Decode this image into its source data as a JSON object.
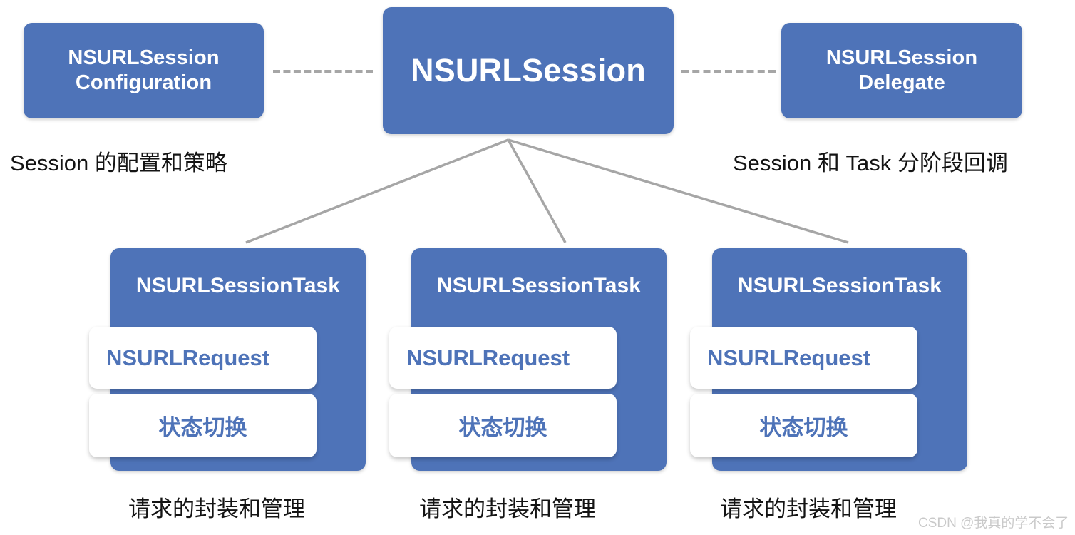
{
  "diagram": {
    "title_node": {
      "label": "NSURLSession"
    },
    "left_node": {
      "label": "NSURLSession\nConfiguration",
      "caption": "Session 的配置和策略"
    },
    "right_node": {
      "label": "NSURLSession\nDelegate",
      "caption": "Session 和 Task 分阶段回调"
    },
    "tasks": [
      {
        "title": "NSURLSessionTask",
        "request_label": "NSURLRequest",
        "state_label": "状态切换",
        "caption": "请求的封装和管理"
      },
      {
        "title": "NSURLSessionTask",
        "request_label": "NSURLRequest",
        "state_label": "状态切换",
        "caption": "请求的封装和管理"
      },
      {
        "title": "NSURLSessionTask",
        "request_label": "NSURLRequest",
        "state_label": "状态切换",
        "caption": "请求的封装和管理"
      }
    ],
    "colors": {
      "node_blue": "#4e73b8",
      "node_text": "#ffffff",
      "subcard_bg": "#ffffff",
      "subcard_text": "#4e73b8",
      "connector_gray": "#a6a6a6",
      "caption_text": "#141414",
      "watermark_text": "#c9c9c9"
    }
  },
  "watermark": {
    "text": "CSDN @我真的学不会了"
  }
}
